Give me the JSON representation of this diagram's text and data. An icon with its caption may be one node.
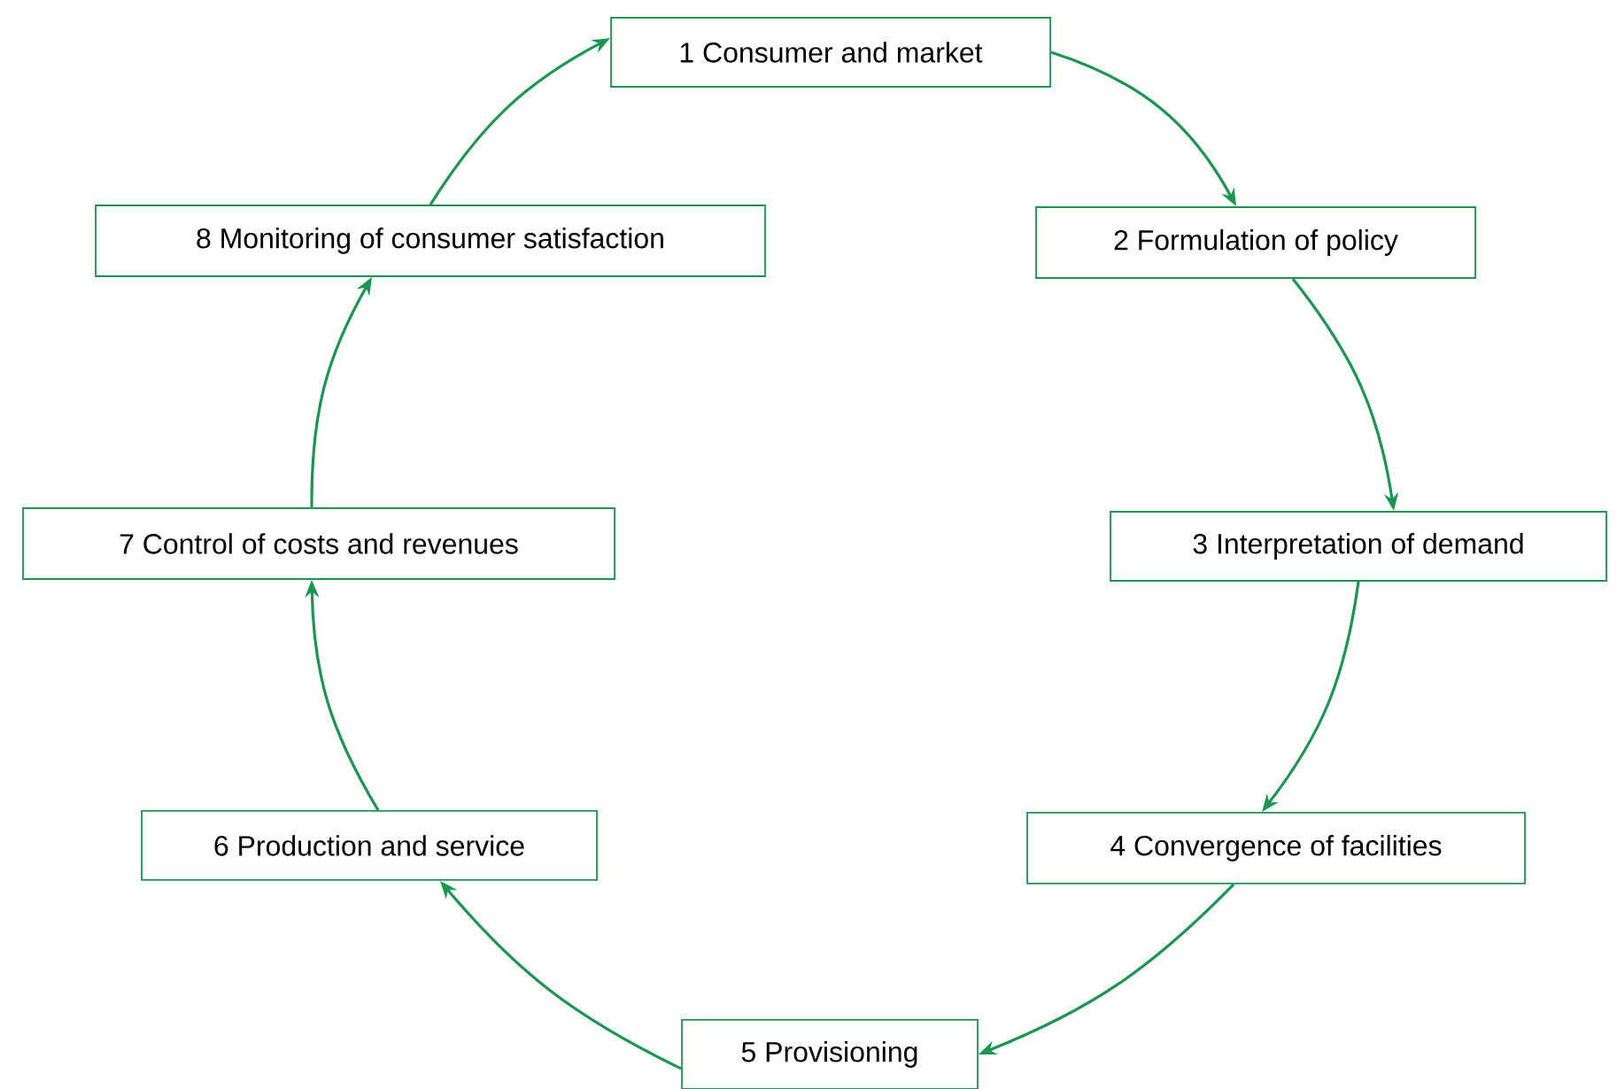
{
  "diagram": {
    "nodes": [
      {
        "text": [
          "1 Consumer and market"
        ]
      },
      {
        "text": [
          "2 Formulation of policy"
        ]
      },
      {
        "text": [
          "3 Interpretation of demand"
        ]
      },
      {
        "text": [
          "4 Convergence of facilities"
        ]
      },
      {
        "text": [
          "5 Provisioning"
        ]
      },
      {
        "text": [
          "6 Production and service"
        ]
      },
      {
        "text": [
          "7 Control of costs and revenues"
        ]
      },
      {
        "text": [
          "8 Monitoring of consumer satisfaction"
        ]
      }
    ],
    "edges": [
      {
        "from": 0,
        "to": 1,
        "arrow": "to"
      },
      {
        "from": 1,
        "to": 2,
        "arrow": "to"
      },
      {
        "from": 2,
        "to": 3,
        "arrow": "to"
      },
      {
        "from": 3,
        "to": 4,
        "arrow": "to"
      },
      {
        "from": 4,
        "to": 5,
        "arrow": "to"
      },
      {
        "from": 5,
        "to": 6,
        "arrow": "to"
      },
      {
        "from": 6,
        "to": 7,
        "arrow": "to"
      },
      {
        "from": 7,
        "to": 0,
        "arrow": "to"
      }
    ]
  }
}
